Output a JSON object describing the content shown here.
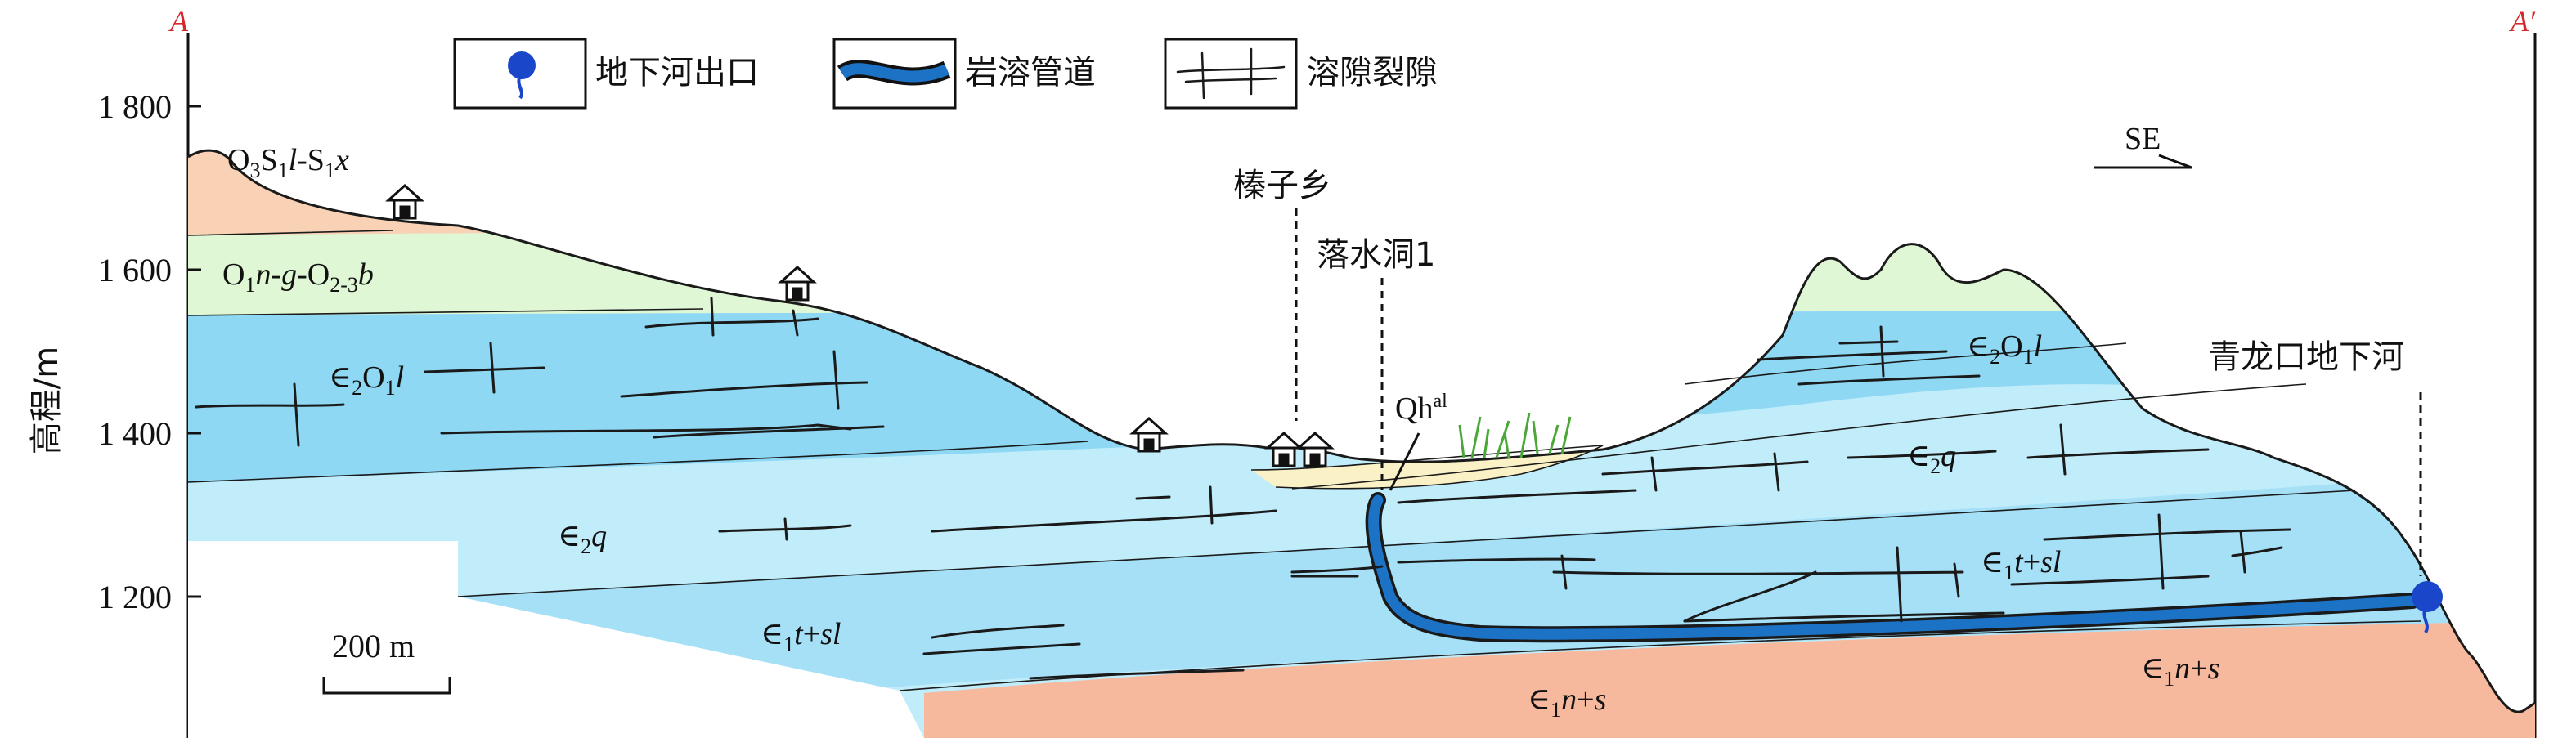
{
  "section": {
    "start_label": "A",
    "end_label": "A′",
    "direction": "SE"
  },
  "legend": [
    {
      "icon": "spring-outlet-icon",
      "label": "地下河出口"
    },
    {
      "icon": "karst-conduit-icon",
      "label": "岩溶管道"
    },
    {
      "icon": "karst-fissure-icon",
      "label": "溶隙裂隙"
    }
  ],
  "y_axis": {
    "title": "高程/m",
    "ticks": [
      "1 800",
      "1 600",
      "1 400",
      "1 200"
    ]
  },
  "scale_bar": "200 m",
  "places": {
    "town": "榛子乡",
    "sinkhole": "落水洞1",
    "outlet": "青龙口地下河"
  },
  "strata": {
    "o3s1": {
      "a": "O",
      "a_sub": "3",
      "b": "S",
      "b_sub": "1",
      "c": "l",
      "d": "-S",
      "d_sub": "1",
      "e": "x"
    },
    "o1n": {
      "a": "O",
      "a_sub": "1",
      "b": "n",
      "c": "-",
      "d": "g",
      "e": "-O",
      "e_sub": "2-3",
      "f": "b"
    },
    "c2o1l_left": {
      "a": "∈",
      "a_sub": "2",
      "b": "O",
      "b_sub": "1",
      "c": "l"
    },
    "c2o1l_right": {
      "a": "∈",
      "a_sub": "2",
      "b": "O",
      "b_sub": "1",
      "c": "l"
    },
    "c2q_left": {
      "a": "∈",
      "a_sub": "2",
      "b": "q"
    },
    "c2q_right": {
      "a": "∈",
      "a_sub": "2",
      "b": "q"
    },
    "c1tsl_left": {
      "a": "∈",
      "a_sub": "1",
      "b": "t",
      "c": "+",
      "d": "sl"
    },
    "c1tsl_right": {
      "a": "∈",
      "a_sub": "1",
      "b": "t",
      "c": "+",
      "d": "sl"
    },
    "c1ns_center": {
      "a": "∈",
      "a_sub": "1",
      "b": "n",
      "c": "+",
      "d": "s"
    },
    "c1ns_right": {
      "a": "∈",
      "a_sub": "1",
      "b": "n",
      "c": "+",
      "d": "s"
    },
    "qh": {
      "a": "Qh",
      "a_sup": "al"
    }
  },
  "colors": {
    "o3s1": "#f9d2b6",
    "o1n": "#dff7d4",
    "c2o1l": "#8ed8f4",
    "c2q": "#c1ecfa",
    "c1tsl": "#a6e0f7",
    "c1ns": "#f7b99e",
    "qh": "#faf2c6",
    "conduit": "#1c73c6",
    "outlet_pin": "#1a47c9",
    "label_red": "#d4282c"
  }
}
